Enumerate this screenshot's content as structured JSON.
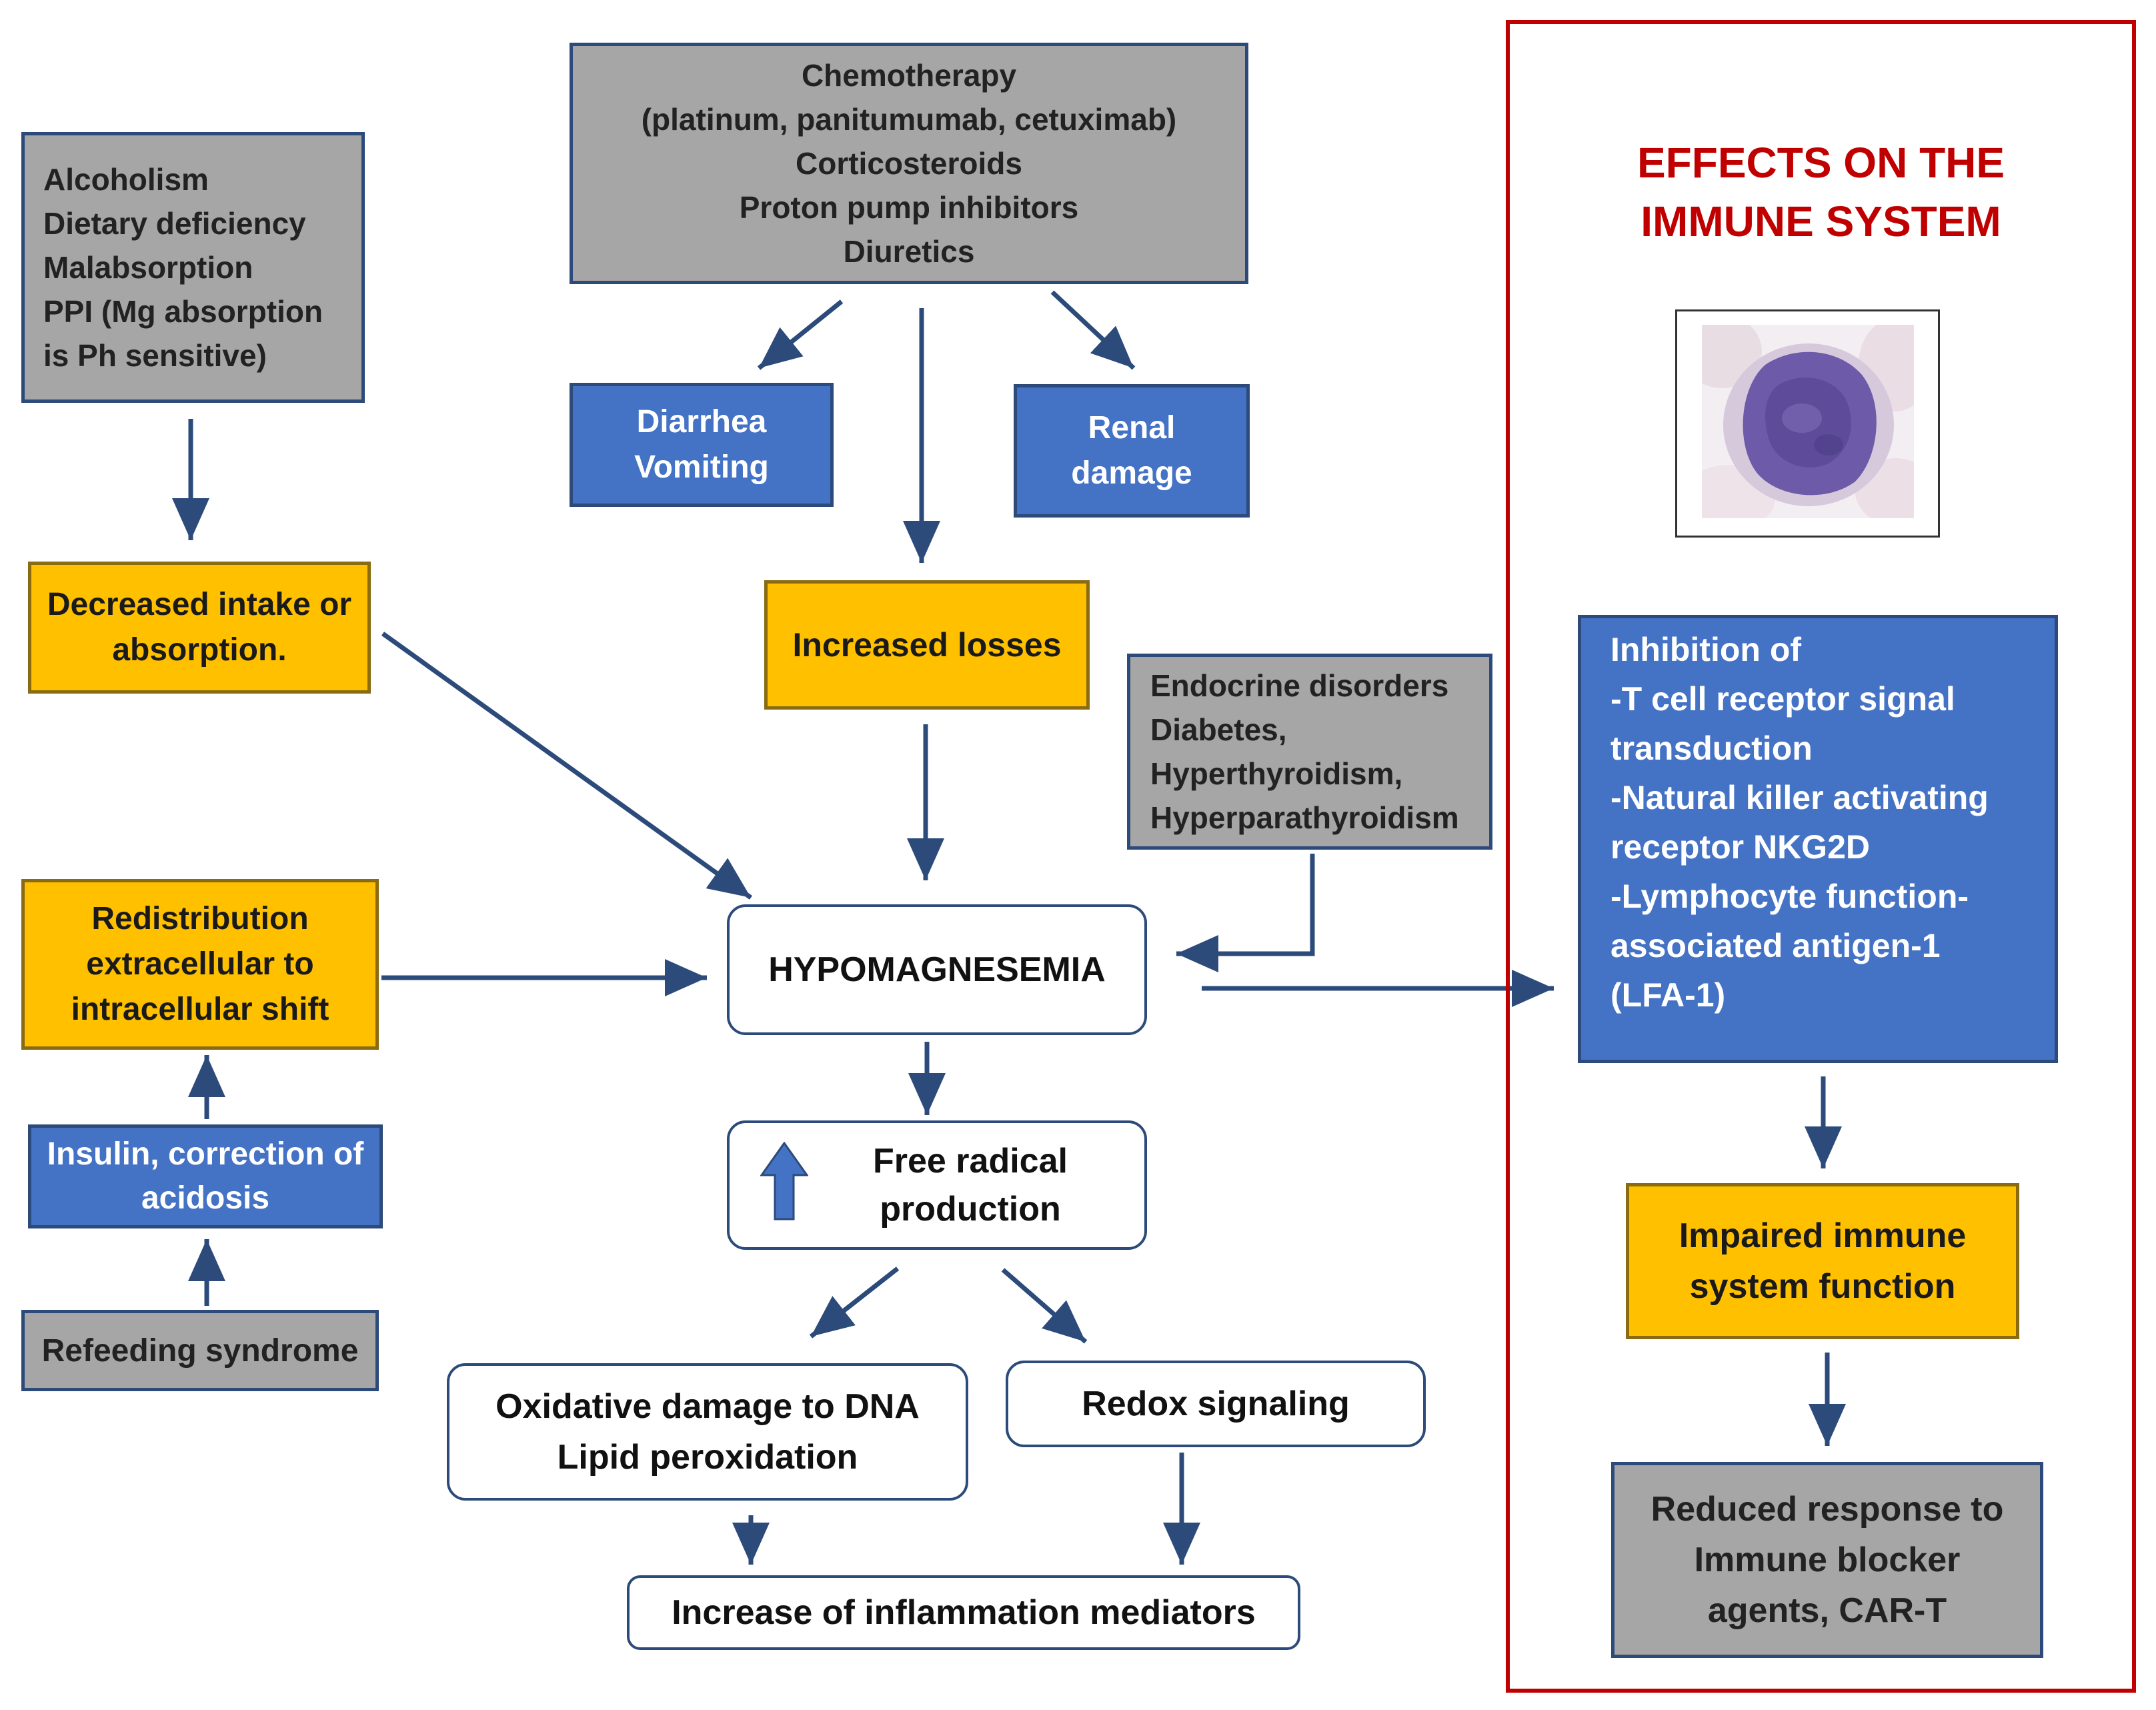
{
  "causes_drugs": {
    "lines": [
      "Chemotherapy",
      "(platinum, panitumumab, cetuximab)",
      "Corticosteroids",
      "Proton pump inhibitors",
      "Diuretics"
    ]
  },
  "causes_intake": {
    "lines": [
      "Alcoholism",
      "Dietary deficiency",
      "Malabsorption",
      "PPI (Mg absorption",
      "is Ph sensitive)"
    ]
  },
  "diarrhea": {
    "lines": [
      "Diarrhea",
      "Vomiting"
    ]
  },
  "renal": {
    "lines": [
      "Renal",
      "damage"
    ]
  },
  "decreased_intake": {
    "lines": [
      "Decreased intake or",
      "absorption."
    ]
  },
  "increased_losses": {
    "label": "Increased losses"
  },
  "endocrine": {
    "lines": [
      "Endocrine disorders",
      "Diabetes,",
      "Hyperthyroidism,",
      "Hyperparathyroidism"
    ]
  },
  "redistribution": {
    "lines": [
      "Redistribution",
      "extracellular to",
      "intracellular shift"
    ]
  },
  "hypomagnesemia": {
    "label": "HYPOMAGNESEMIA"
  },
  "insulin": {
    "lines": [
      "Insulin, correction of",
      "acidosis"
    ]
  },
  "refeeding": {
    "label": "Refeeding syndrome"
  },
  "free_radical": {
    "lines": [
      "Free radical",
      "production"
    ]
  },
  "oxidative": {
    "lines": [
      "Oxidative damage to DNA",
      "Lipid peroxidation"
    ]
  },
  "redox": {
    "label": "Redox signaling"
  },
  "inflammation": {
    "label": "Increase of inflammation mediators"
  },
  "immune_panel": {
    "title_lines": [
      "EFFECTS ON THE",
      "IMMUNE SYSTEM"
    ],
    "inhibition_lines": [
      "Inhibition of",
      "-T cell receptor signal",
      "transduction",
      "-Natural killer activating",
      "receptor NKG2D",
      "-Lymphocyte function-",
      "associated antigen-1",
      "(LFA-1)"
    ],
    "impaired_lines": [
      "Impaired immune",
      "system function"
    ],
    "reduced_lines": [
      "Reduced response to",
      "Immune blocker",
      "agents, CAR-T"
    ]
  },
  "colors": {
    "gray_box": "#a6a6a6",
    "blue_box": "#4472c4",
    "yellow_box": "#ffc000",
    "arrow": "#2c4b7a",
    "panel_border": "#c00000"
  },
  "icons": {
    "up_arrow": "thick-up-arrow-icon",
    "cell": "lymphocyte-cell-image"
  }
}
